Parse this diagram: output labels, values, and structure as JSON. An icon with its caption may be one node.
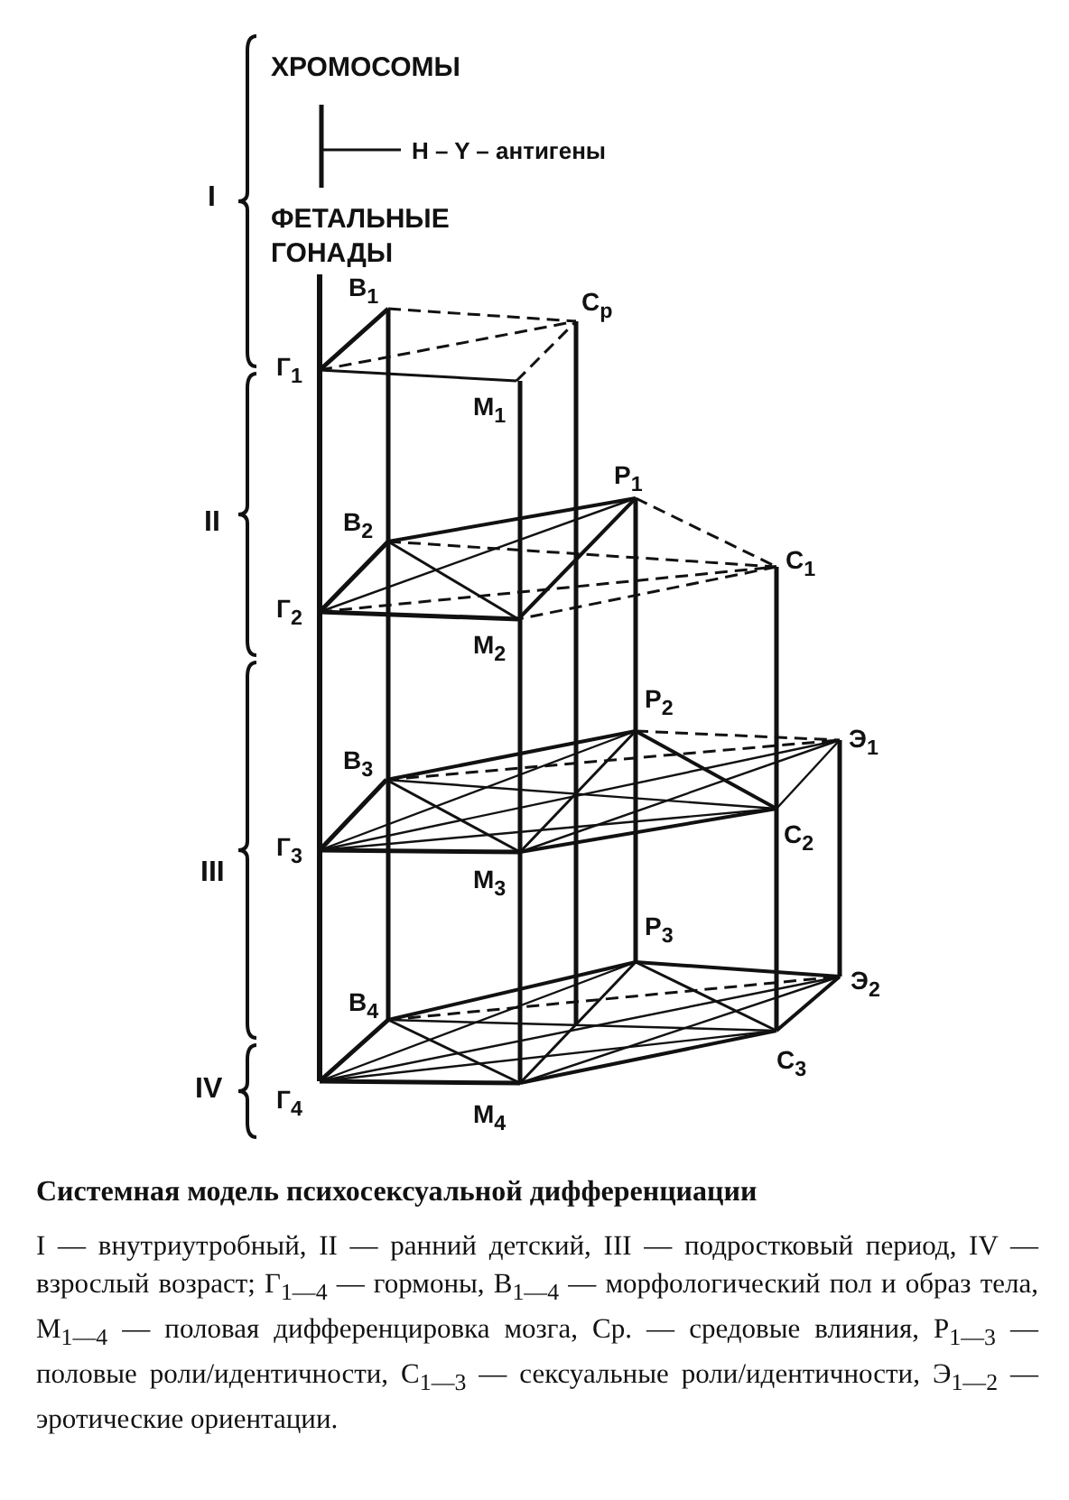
{
  "diagram": {
    "title": "Системная модель психосексуальной дифференциации",
    "caption": "I — внутриутробный, II — ранний детский, III — подростковый период, IV — взрослый возраст; Г$_{1—4}$ — гормоны, В$_{1—4}$ — морфологический пол и образ тела, М$_{1—4}$ — половая дифференцировка мозга, Ср. — средовые влияния, Р$_{1—3}$ — половые роли/идентичности, С$_{1—3}$ — сексуальные роли/идентичности, Э$_{1—2}$ — эротические ориентации.",
    "labels": [
      "I",
      "ХРОМОСОМЫ",
      "H – Y – антигены",
      "ФЕТАЛЬНЫЕ ГОНАДЫ",
      "В$_{1}$",
      "С$_{р}$",
      "Г$_{1}$",
      "М$_{1}$",
      "II",
      "Р$_{1}$",
      "В$_{2}$",
      "С$_{1}$",
      "Г$_{2}$",
      "М$_{2}$",
      "Р$_{2}$",
      "Э$_{1}$",
      "В$_{3}$",
      "III",
      "Г$_{3}$",
      "С$_{2}$",
      "М$_{3}$",
      "Р$_{3}$",
      "В$_{4}$",
      "Э$_{2}$",
      "С$_{3}$",
      "IV",
      "Г$_{4}$",
      "М$_{4}$"
    ]
  }
}
